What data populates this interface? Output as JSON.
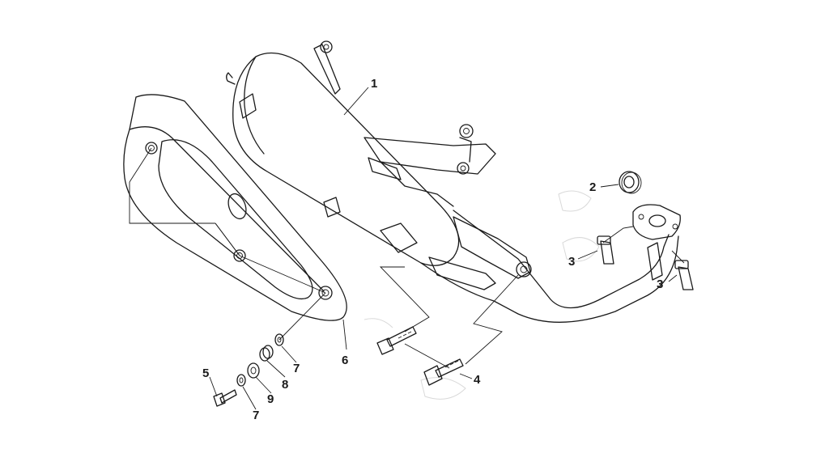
{
  "diagram": {
    "parts": [
      {
        "id": "muffler",
        "label": "1"
      },
      {
        "id": "gasket",
        "label": "2"
      },
      {
        "id": "stud-left",
        "label": "3"
      },
      {
        "id": "stud-right",
        "label": "3"
      },
      {
        "id": "mount-bolt",
        "label": "4"
      },
      {
        "id": "cover-bolt",
        "label": "5"
      },
      {
        "id": "heat-shield",
        "label": "6"
      },
      {
        "id": "washer-upper",
        "label": "7"
      },
      {
        "id": "washer-lower",
        "label": "7"
      },
      {
        "id": "spacer",
        "label": "8"
      },
      {
        "id": "grommet",
        "label": "9"
      }
    ]
  }
}
